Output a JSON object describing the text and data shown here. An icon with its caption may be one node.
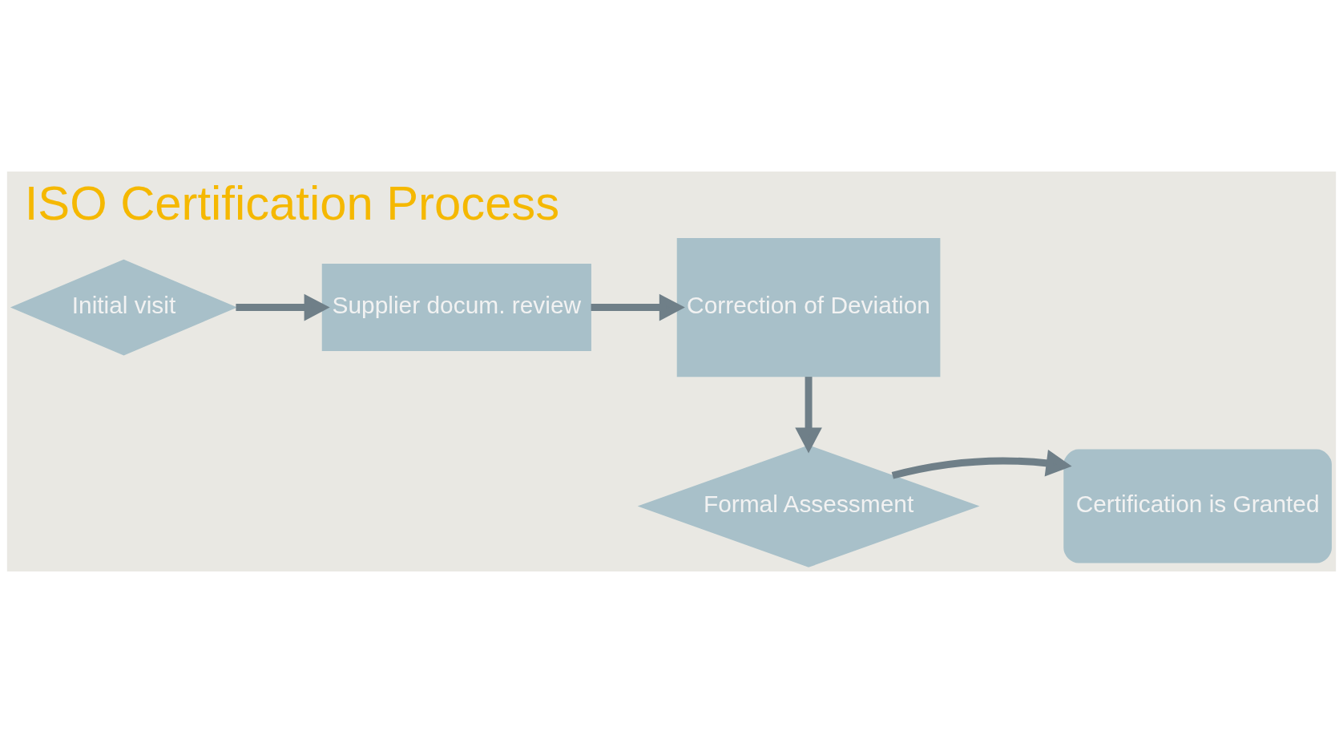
{
  "diagram": {
    "title": "ISO Certification Process",
    "nodes": [
      {
        "text": [
          "Initial visit"
        ]
      },
      {
        "text": [
          "Supplier docum. review"
        ]
      },
      {
        "text": [
          "Correction of Deviation"
        ]
      },
      {
        "text": [
          "Formal Assessment"
        ]
      },
      {
        "text": [
          "Certification is Granted"
        ]
      }
    ],
    "edges": [
      {
        "from": 0,
        "to": 1,
        "arrow": "to"
      },
      {
        "from": 1,
        "to": 2,
        "arrow": "to"
      },
      {
        "from": 2,
        "to": 3,
        "arrow": "to"
      },
      {
        "from": 3,
        "to": 4,
        "arrow": "to"
      }
    ]
  }
}
